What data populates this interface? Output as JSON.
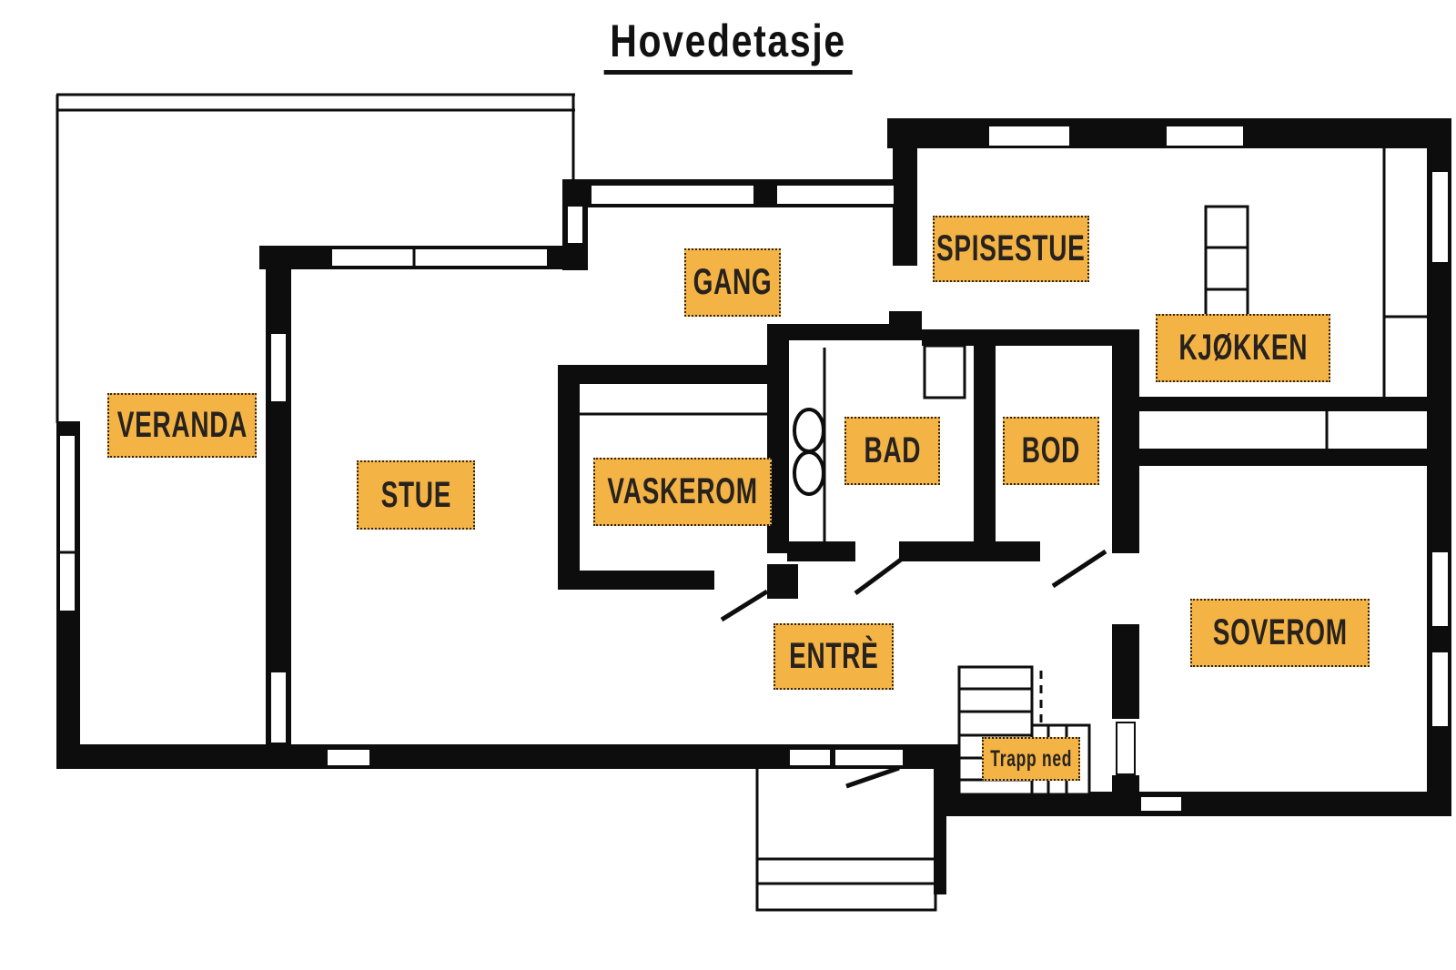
{
  "title": "Hovedetasje",
  "colors": {
    "label_background": "#F4B345",
    "label_border": "#2a2520",
    "wall": "#0d0d0d",
    "text": "#27221e"
  },
  "rooms": [
    {
      "label": "VERANDA"
    },
    {
      "label": "STUE"
    },
    {
      "label": "GANG"
    },
    {
      "label": "SPISESTUE"
    },
    {
      "label": "KJØKKEN"
    },
    {
      "label": "VASKEROM"
    },
    {
      "label": "BAD"
    },
    {
      "label": "BOD"
    },
    {
      "label": "SOVEROM"
    },
    {
      "label": "ENTRÈ"
    },
    {
      "label": "Trapp ned"
    }
  ]
}
